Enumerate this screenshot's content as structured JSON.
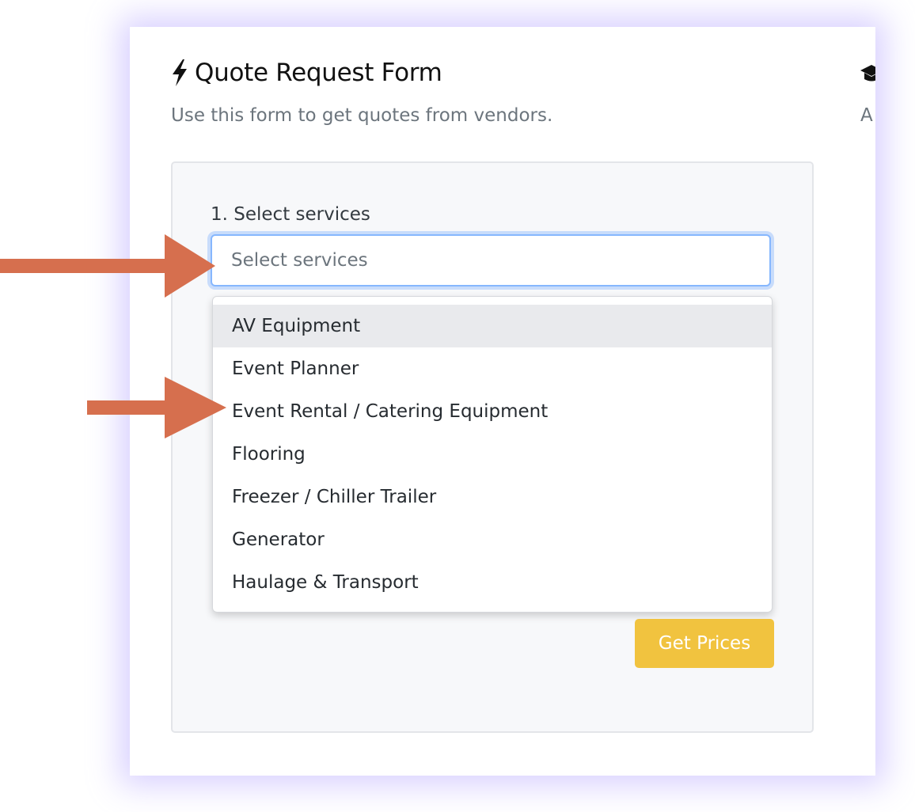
{
  "header": {
    "title_icon": "bolt-icon",
    "title": "Quote Request Form",
    "subtitle": "Use this form to get quotes from vendors."
  },
  "second_column": {
    "icon": "graduation-cap-icon",
    "text_fragment": "A"
  },
  "form": {
    "step_label": "1. Select services",
    "services_input": {
      "value": "",
      "placeholder": "Select services"
    },
    "dropdown": {
      "options": [
        "AV Equipment",
        "Event Planner",
        "Event Rental / Catering Equipment",
        "Flooring",
        "Freezer / Chiller Trailer",
        "Generator",
        "Haulage & Transport"
      ],
      "highlighted_index": 0
    },
    "submit_label": "Get Prices"
  },
  "annotations": {
    "arrow_color": "#d66f4e",
    "arrow_icon": "right-arrow-icon"
  },
  "colors": {
    "button": "#f1c33f",
    "focus_border": "#86b7fe",
    "panel_bg": "#f7f8fa",
    "glow": "#a896ff"
  }
}
